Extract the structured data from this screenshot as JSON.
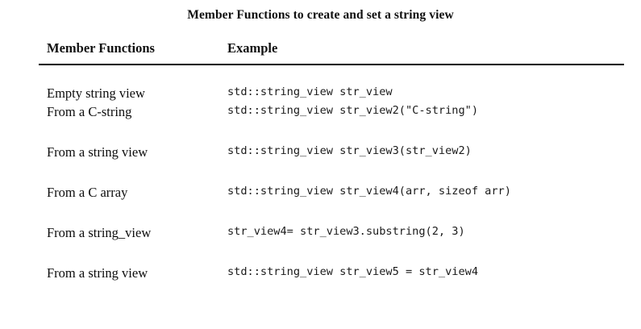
{
  "document": {
    "caption": "Member Functions to create and set a string view",
    "rule_color": "#000000",
    "text_color": "#000000",
    "background_color": "#ffffff"
  },
  "table": {
    "columns": [
      {
        "key": "member_function",
        "header": "Member Functions"
      },
      {
        "key": "example",
        "header": "Example"
      }
    ],
    "rows": [
      {
        "member_function": "Empty string view",
        "example": "std::string_view str_view"
      },
      {
        "member_function": "From a C-string",
        "example": "std::string_view str_view2(\"C-string\")"
      },
      {
        "member_function": "From a string view",
        "example": "std::string_view str_view3(str_view2)"
      },
      {
        "member_function": "From a C array",
        "example": "std::string_view str_view4(arr, sizeof arr)"
      },
      {
        "member_function": "From a string_view",
        "example": "str_view4= str_view3.substring(2, 3)"
      },
      {
        "member_function": "From a string view",
        "example": "std::string_view str_view5 = str_view4"
      }
    ]
  }
}
